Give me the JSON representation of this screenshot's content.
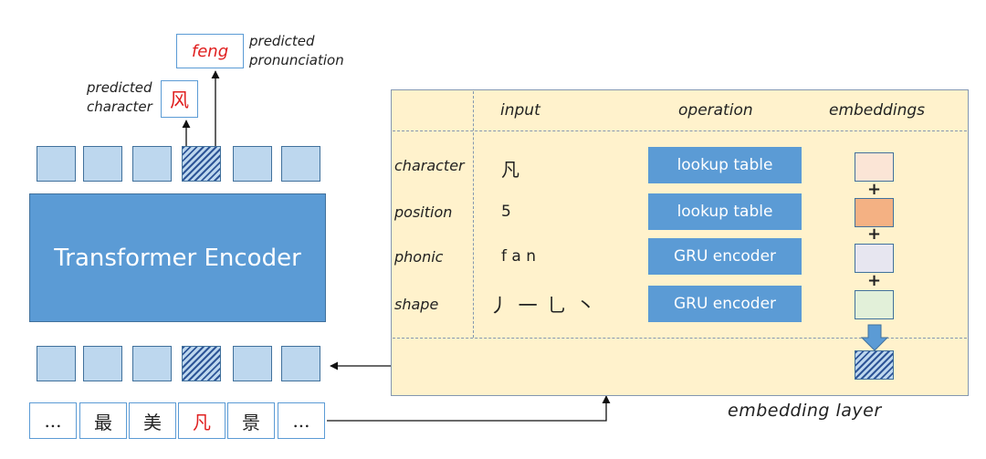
{
  "predicted": {
    "pronunciation_value": "feng",
    "pronunciation_label_line1": "predicted",
    "pronunciation_label_line2": "pronunciation",
    "character_value": "风",
    "character_label_line1": "predicted",
    "character_label_line2": "character"
  },
  "encoder": {
    "label": "Transformer Encoder"
  },
  "tokens": [
    "...",
    "最",
    "美",
    "凡",
    "景",
    "..."
  ],
  "embedding_layer": {
    "caption": "embedding layer",
    "headers": {
      "input": "input",
      "operation": "operation",
      "embeddings": "embeddings"
    },
    "rows": [
      {
        "name": "character",
        "input": "凡",
        "operation": "lookup table"
      },
      {
        "name": "position",
        "input": "5",
        "operation": "lookup table"
      },
      {
        "name": "phonic",
        "input": "f a n",
        "operation": "GRU encoder"
      },
      {
        "name": "shape",
        "input": "丿 一 乚 丶",
        "operation": "GRU encoder"
      }
    ],
    "plus_sign": "+"
  },
  "colors": {
    "encoder_fill": "#5b9bd5",
    "panel_fill": "#fff2cc",
    "panel_border": "#8497b0",
    "emb_character": "#fbe5d6",
    "emb_position": "#f4b183",
    "emb_phonic": "#e7e6f0",
    "emb_shape": "#e2f0d9",
    "highlight_red": "#e02020"
  }
}
